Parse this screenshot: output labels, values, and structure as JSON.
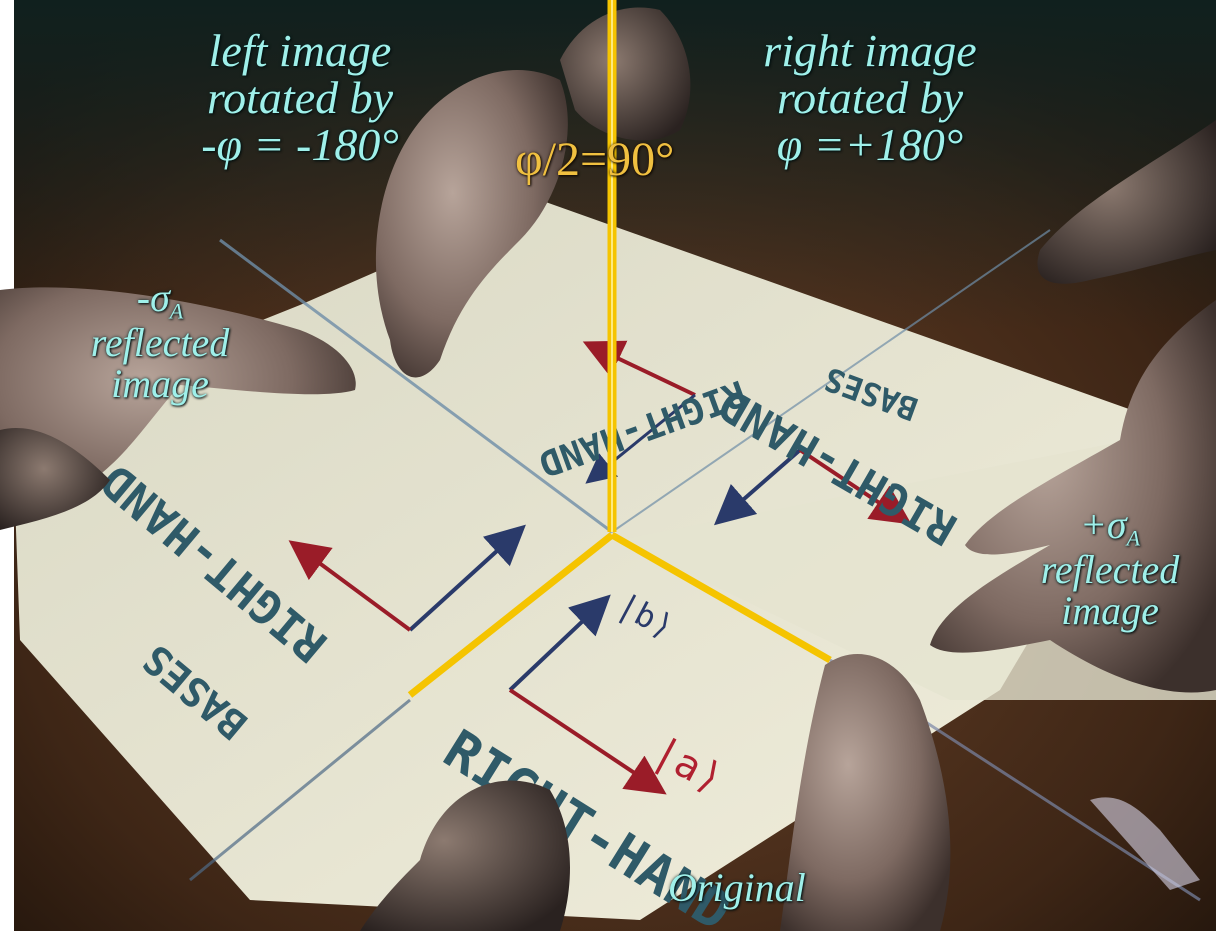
{
  "labels": {
    "left_rot_l1": "left image",
    "left_rot_l2": "rotated by",
    "left_rot_l3": "-φ = -180°",
    "right_rot_l1": "right image",
    "right_rot_l2": "rotated by",
    "right_rot_l3": "φ =+180°",
    "half_angle": "φ/2=90°",
    "left_refl_sigma": "-σ",
    "left_refl_sub": "A",
    "left_refl_l2": "reflected",
    "left_refl_l3": "image",
    "right_refl_sigma": "+σ",
    "right_refl_sub": "A",
    "right_refl_l2": "reflected",
    "right_refl_l3": "image",
    "original": "Original"
  },
  "card_text": {
    "line1": "RIGHT-HAND",
    "line2": "BASES",
    "ket_a": "|a⟩",
    "ket_b": "|b⟩"
  },
  "colors": {
    "label_cyan": "#9ff0ea",
    "angle_gold": "#f0c040",
    "mirror_line": "#f5c400",
    "card_paper": "#ece9d6",
    "table_wood": "#4a2e1c",
    "arrow_red": "#9a1c28",
    "arrow_blue": "#2a3a6a"
  }
}
